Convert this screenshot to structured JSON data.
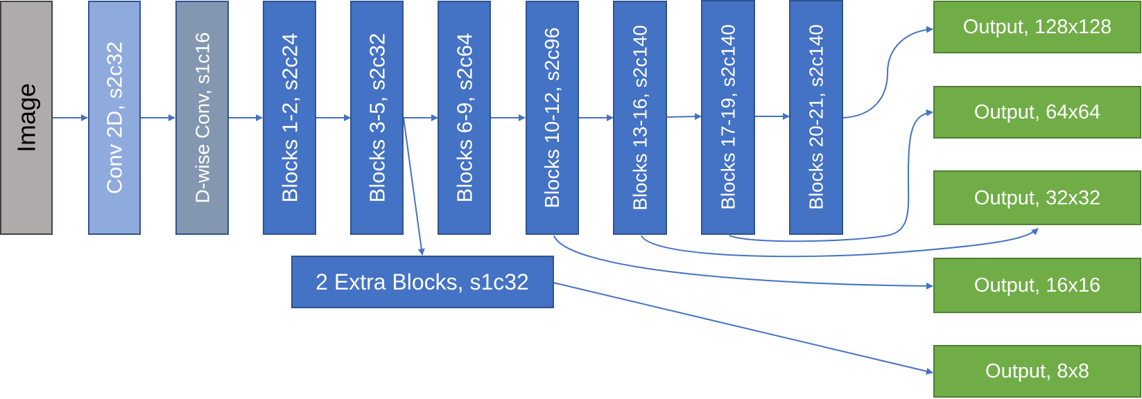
{
  "colors": {
    "arrow": "#4472C4",
    "image_fill": "#AFABAB",
    "conv_fill": "#8FAADC",
    "dwise_fill": "#8497B0",
    "block_fill": "#4472C4",
    "output_fill": "#70AD47",
    "text_light": "#ffffff",
    "text_dark": "#000000"
  },
  "input": {
    "label": "Image"
  },
  "stem": {
    "conv_label": "Conv 2D, s2c32",
    "dwise_label": "D-wise Conv, s1c16"
  },
  "blocks": [
    {
      "label": "Blocks 1-2, s2c24"
    },
    {
      "label": "Blocks 3-5, s2c32"
    },
    {
      "label": "Blocks 6-9, s2c64"
    },
    {
      "label": "Blocks 10-12, s2c96"
    },
    {
      "label": "Blocks 13-16, s2c140"
    },
    {
      "label": "Blocks 17-19, s2c140"
    },
    {
      "label": "Blocks 20-21, s2c140"
    }
  ],
  "extra": {
    "label": "2 Extra Blocks, s1c32"
  },
  "outputs": [
    {
      "label": "Output, 128x128"
    },
    {
      "label": "Output, 64x64"
    },
    {
      "label": "Output, 32x32"
    },
    {
      "label": "Output, 16x16"
    },
    {
      "label": "Output, 8x8"
    }
  ]
}
